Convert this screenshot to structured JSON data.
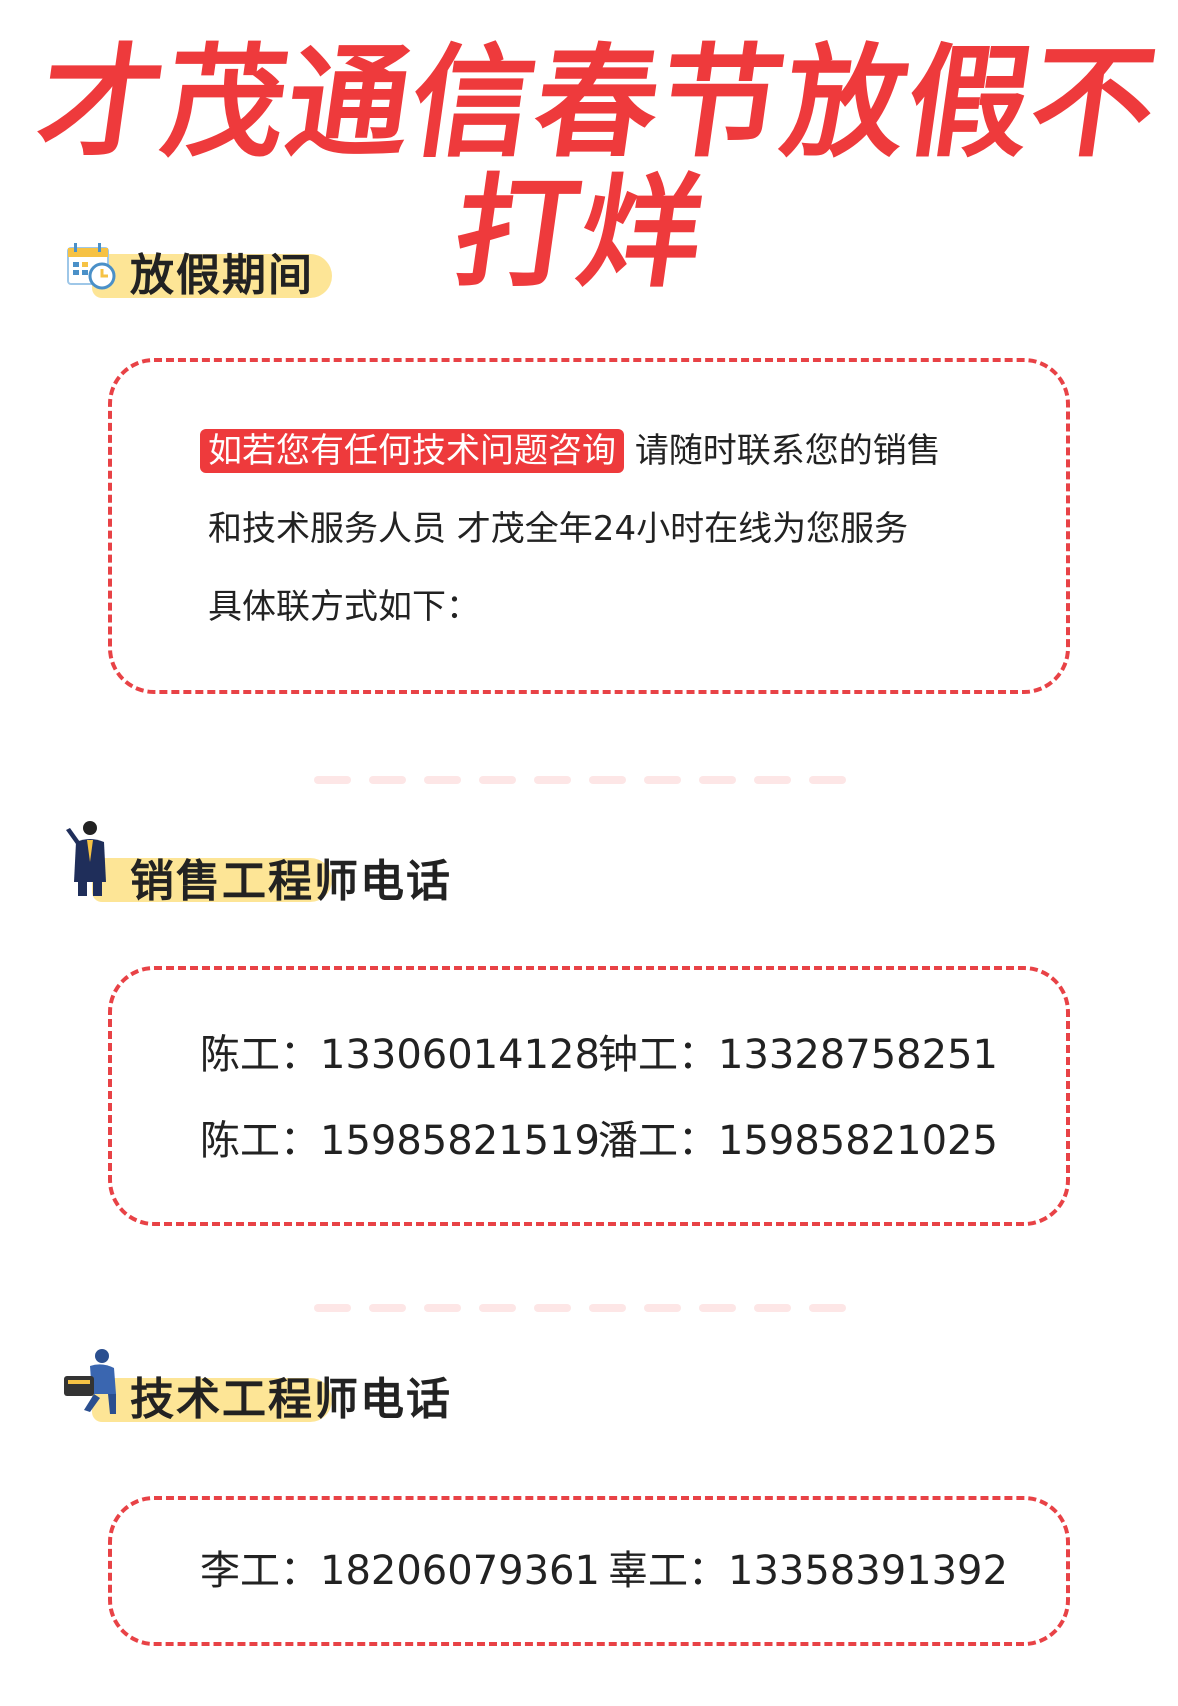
{
  "title": "才茂通信春节放假不打烊",
  "sections": {
    "holiday": {
      "heading": "放假期间",
      "highlight": "如若您有任何技术问题咨询",
      "line1_rest": "请随时联系您的销售",
      "line2": "和技术服务人员  才茂全年24小时在线为您服务",
      "line3": "具体联方式如下："
    },
    "sales": {
      "heading": "销售工程师电话",
      "contacts": [
        {
          "name": "陈工：",
          "phone": "13306014128"
        },
        {
          "name": "钟工：",
          "phone": "13328758251"
        },
        {
          "name": "陈工：",
          "phone": "15985821519"
        },
        {
          "name": "潘工：",
          "phone": "15985821025"
        }
      ]
    },
    "tech": {
      "heading": "技术工程师电话",
      "contacts": [
        {
          "name": "李工：",
          "phone": "18206079361"
        },
        {
          "name": "辜工：",
          "phone": "13358391392"
        }
      ]
    }
  },
  "colors": {
    "accent": "#ee3a3c",
    "band": "#fde596",
    "separator": "#fde6e6"
  },
  "icons": {
    "holiday": "calendar-clock-icon",
    "sales": "businessman-icon",
    "tech": "technician-icon"
  }
}
